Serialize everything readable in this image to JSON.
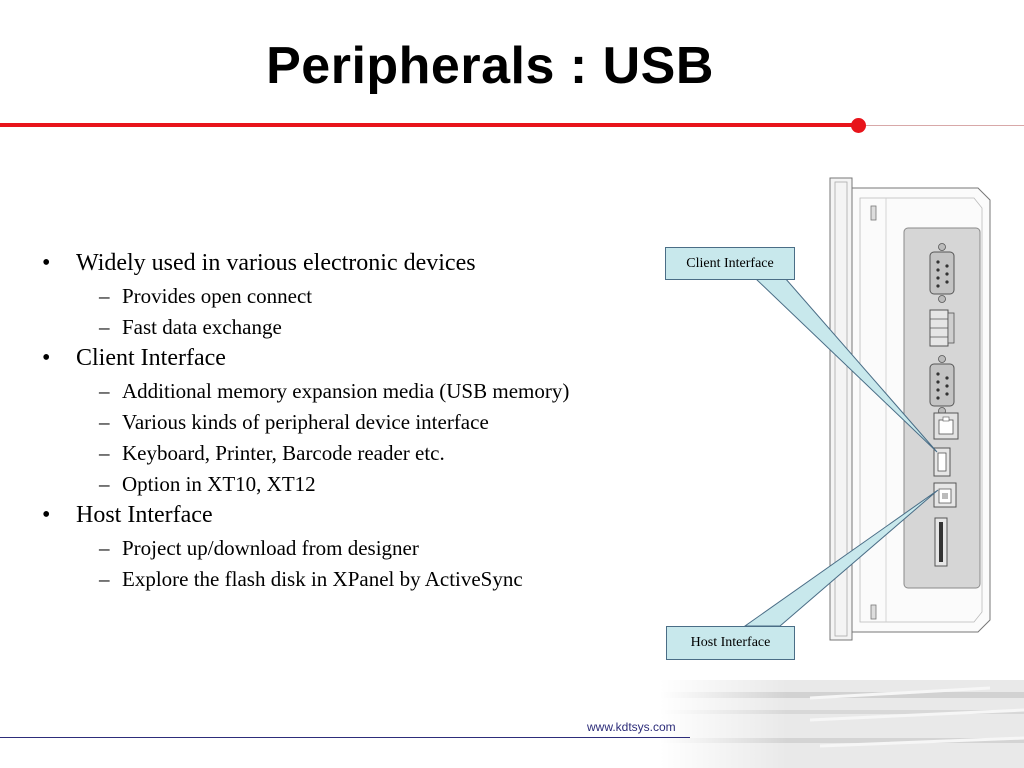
{
  "slide": {
    "title": "Peripherals : USB",
    "bullets": [
      {
        "text": "Widely used in various electronic devices",
        "subs": [
          "Provides open connect",
          "Fast data exchange"
        ]
      },
      {
        "text": "Client Interface",
        "subs": [
          "Additional memory expansion media (USB memory)",
          "Various kinds of peripheral device interface",
          "Keyboard, Printer, Barcode reader etc.",
          "Option in XT10, XT12"
        ]
      },
      {
        "text": "Host Interface",
        "subs": [
          "Project up/download from designer",
          "Explore the flash disk in XPanel by ActiveSync"
        ]
      }
    ],
    "bullet_mark": "•",
    "sub_mark": "–"
  },
  "callouts": {
    "client": "Client Interface",
    "host": "Host Interface"
  },
  "footer": {
    "url": "www.kdtsys.com"
  },
  "colors": {
    "accent_red": "#e8141b",
    "callout_fill": "#c8e8ec",
    "callout_border": "#4a6d86",
    "footer_blue": "#2d2d7a"
  }
}
